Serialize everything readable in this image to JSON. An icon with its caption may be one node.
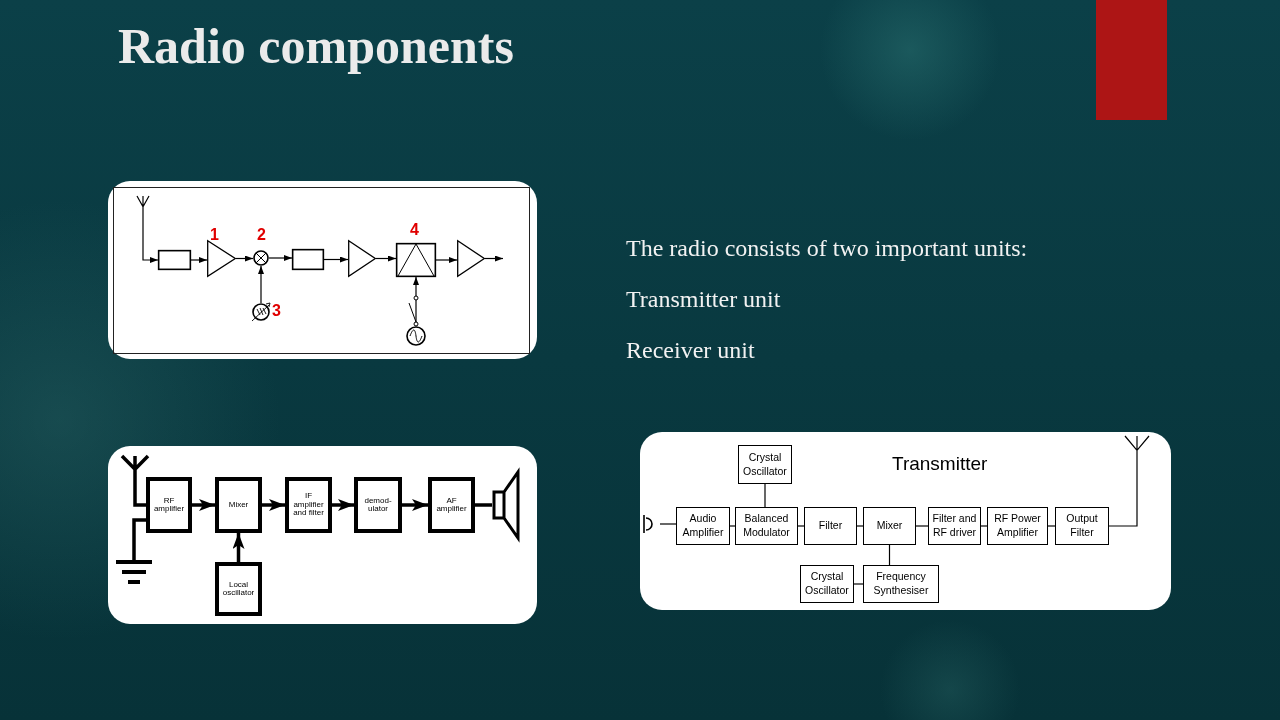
{
  "diagram": {
    "title": "Radio components",
    "nodes": [
      {
        "text": [],
        "shape": "antenna"
      },
      {
        "text": [],
        "shape": "box"
      },
      {
        "text": [],
        "shape": "triangle"
      },
      {
        "text": [],
        "shape": "circle"
      },
      {
        "text": [],
        "shape": "box"
      },
      {
        "text": [],
        "shape": "triangle"
      },
      {
        "text": [],
        "shape": "box"
      },
      {
        "text": [],
        "shape": "triangle"
      },
      {
        "text": [],
        "shape": "circle"
      },
      {
        "text": [],
        "shape": "circle"
      },
      {
        "text": [],
        "shape": "antenna"
      },
      {
        "text": [
          "RF amplifier"
        ]
      },
      {
        "text": [
          "Mixer"
        ]
      },
      {
        "text": [
          "IF amplifier and filter"
        ]
      },
      {
        "text": [
          "demod-ulator"
        ]
      },
      {
        "text": [
          "AF amplifier"
        ]
      },
      {
        "text": [],
        "shape": "speaker"
      },
      {
        "text": [],
        "shape": "ground"
      },
      {
        "text": [
          "Local oscillator"
        ]
      },
      {
        "text": [
          "Crystal Oscillator"
        ]
      },
      {
        "text": [],
        "shape": "microphone"
      },
      {
        "text": [
          "Audio Amplifier"
        ]
      },
      {
        "text": [
          "Balanced Modulator"
        ]
      },
      {
        "text": [
          "Filter"
        ]
      },
      {
        "text": [
          "Mixer"
        ]
      },
      {
        "text": [
          "Filter and RF driver"
        ]
      },
      {
        "text": [
          "RF Power Amplifier"
        ]
      },
      {
        "text": [
          "Output Filter"
        ]
      },
      {
        "text": [],
        "shape": "antenna"
      },
      {
        "text": [
          "Crystal Oscillator"
        ]
      },
      {
        "text": [
          "Frequency Synthesiser"
        ]
      }
    ],
    "edges": [
      {
        "from": 0,
        "to": 1,
        "arrow": "to"
      },
      {
        "from": 1,
        "to": 2,
        "arrow": "to"
      },
      {
        "from": 2,
        "to": 3,
        "arrow": "to"
      },
      {
        "from": 3,
        "to": 4,
        "arrow": "to"
      },
      {
        "from": 4,
        "to": 5,
        "arrow": "to"
      },
      {
        "from": 5,
        "to": 6,
        "arrow": "to"
      },
      {
        "from": 6,
        "to": 7,
        "arrow": "to"
      },
      {
        "from": 7,
        "to": null,
        "arrow": "to"
      },
      {
        "from": 8,
        "to": 3,
        "arrow": "to"
      },
      {
        "from": 9,
        "to": 6,
        "arrow": "to"
      },
      {
        "from": 10,
        "to": 11,
        "arrow": "none",
        "style": "thick"
      },
      {
        "from": 17,
        "to": 11,
        "arrow": "none",
        "style": "thick"
      },
      {
        "from": 11,
        "to": 12,
        "arrow": "to",
        "style": "thick"
      },
      {
        "from": 12,
        "to": 13,
        "arrow": "to",
        "style": "thick"
      },
      {
        "from": 13,
        "to": 14,
        "arrow": "to",
        "style": "thick"
      },
      {
        "from": 14,
        "to": 15,
        "arrow": "to",
        "style": "thick"
      },
      {
        "from": 15,
        "to": 16,
        "arrow": "none",
        "style": "thick"
      },
      {
        "from": 18,
        "to": 12,
        "arrow": "to",
        "style": "thick"
      },
      {
        "from": 20,
        "to": 21,
        "arrow": "none"
      },
      {
        "from": 21,
        "to": 22,
        "arrow": "none"
      },
      {
        "from": 19,
        "to": 22,
        "arrow": "none"
      },
      {
        "from": 22,
        "to": 23,
        "arrow": "none"
      },
      {
        "from": 23,
        "to": 24,
        "arrow": "none"
      },
      {
        "from": 24,
        "to": 25,
        "arrow": "none"
      },
      {
        "from": 25,
        "to": 26,
        "arrow": "none"
      },
      {
        "from": 26,
        "to": 27,
        "arrow": "none"
      },
      {
        "from": 27,
        "to": 28,
        "arrow": "none"
      },
      {
        "from": 24,
        "to": 30,
        "arrow": "none"
      },
      {
        "from": 29,
        "to": 30,
        "arrow": "none"
      }
    ],
    "labels": [
      "1",
      "2",
      "4",
      "3",
      "The radio consists of two important units:",
      "Transmitter unit",
      "Receiver unit",
      "Transmitter"
    ]
  }
}
